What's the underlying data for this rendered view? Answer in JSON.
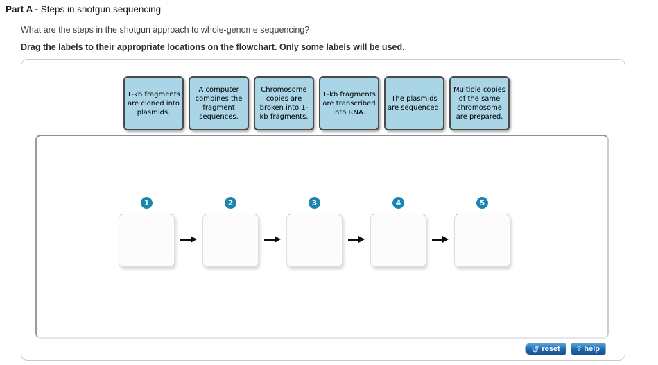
{
  "header": {
    "title_prefix": "Part A - ",
    "title_text": "Steps in shotgun sequencing",
    "question": "What are the steps in the shotgun approach to whole-genome sequencing?",
    "instruction": "Drag the labels to their appropriate locations on the flowchart. Only some labels will be used."
  },
  "labels": [
    {
      "text": "1-kb fragments are cloned into plasmids."
    },
    {
      "text": "A computer combines the fragment sequences."
    },
    {
      "text": "Chromosome copies are broken into 1-kb fragments."
    },
    {
      "text": "1-kb fragments are transcribed into RNA."
    },
    {
      "text": "The plasmids are sequenced."
    },
    {
      "text": "Multiple copies of the same chromosome are prepared."
    }
  ],
  "flowchart": {
    "steps": [
      {
        "number": "1"
      },
      {
        "number": "2"
      },
      {
        "number": "3"
      },
      {
        "number": "4"
      },
      {
        "number": "5"
      }
    ]
  },
  "buttons": {
    "reset_label": "reset",
    "reset_icon_glyph": "↺",
    "help_label": "help",
    "help_icon_glyph": "?"
  },
  "colors": {
    "label_fill": "#a9d5e6",
    "label_border": "#4a4a4a",
    "step_circle": "#1a85ae",
    "button_blue": "#2268ae"
  }
}
